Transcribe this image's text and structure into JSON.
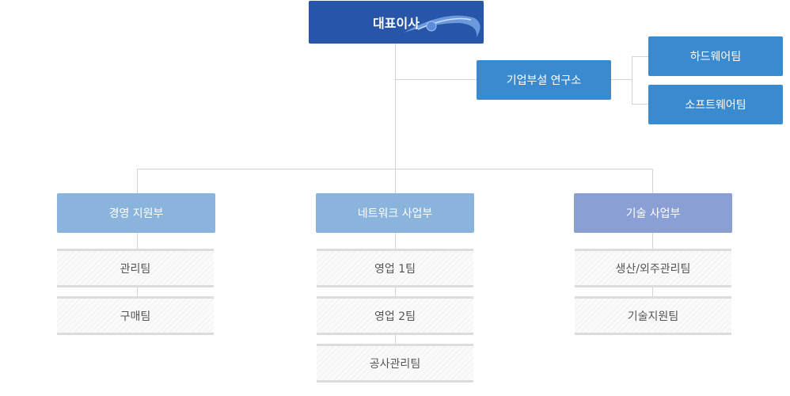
{
  "ceo": {
    "label": "대표이사"
  },
  "lab": {
    "label": "기업부설 연구소"
  },
  "lab_teams": [
    "하드웨어팀",
    "소프트웨어팀"
  ],
  "divisions": [
    {
      "label": "경영 지원부",
      "teams": [
        "관리팀",
        "구매팀"
      ]
    },
    {
      "label": "네트워크 사업부",
      "teams": [
        "영업 1팀",
        "영업 2팀",
        "공사관리팀"
      ]
    },
    {
      "label": "기술 사업부",
      "teams": [
        "생산/외주관리팀",
        "기술지원팀"
      ]
    }
  ],
  "colors": {
    "ceo": "#2755a8",
    "lab": "#3a8ad0",
    "division_light": "#8ab4dc",
    "division_purple": "#8a9fd4",
    "connector": "#d4d4d4"
  }
}
